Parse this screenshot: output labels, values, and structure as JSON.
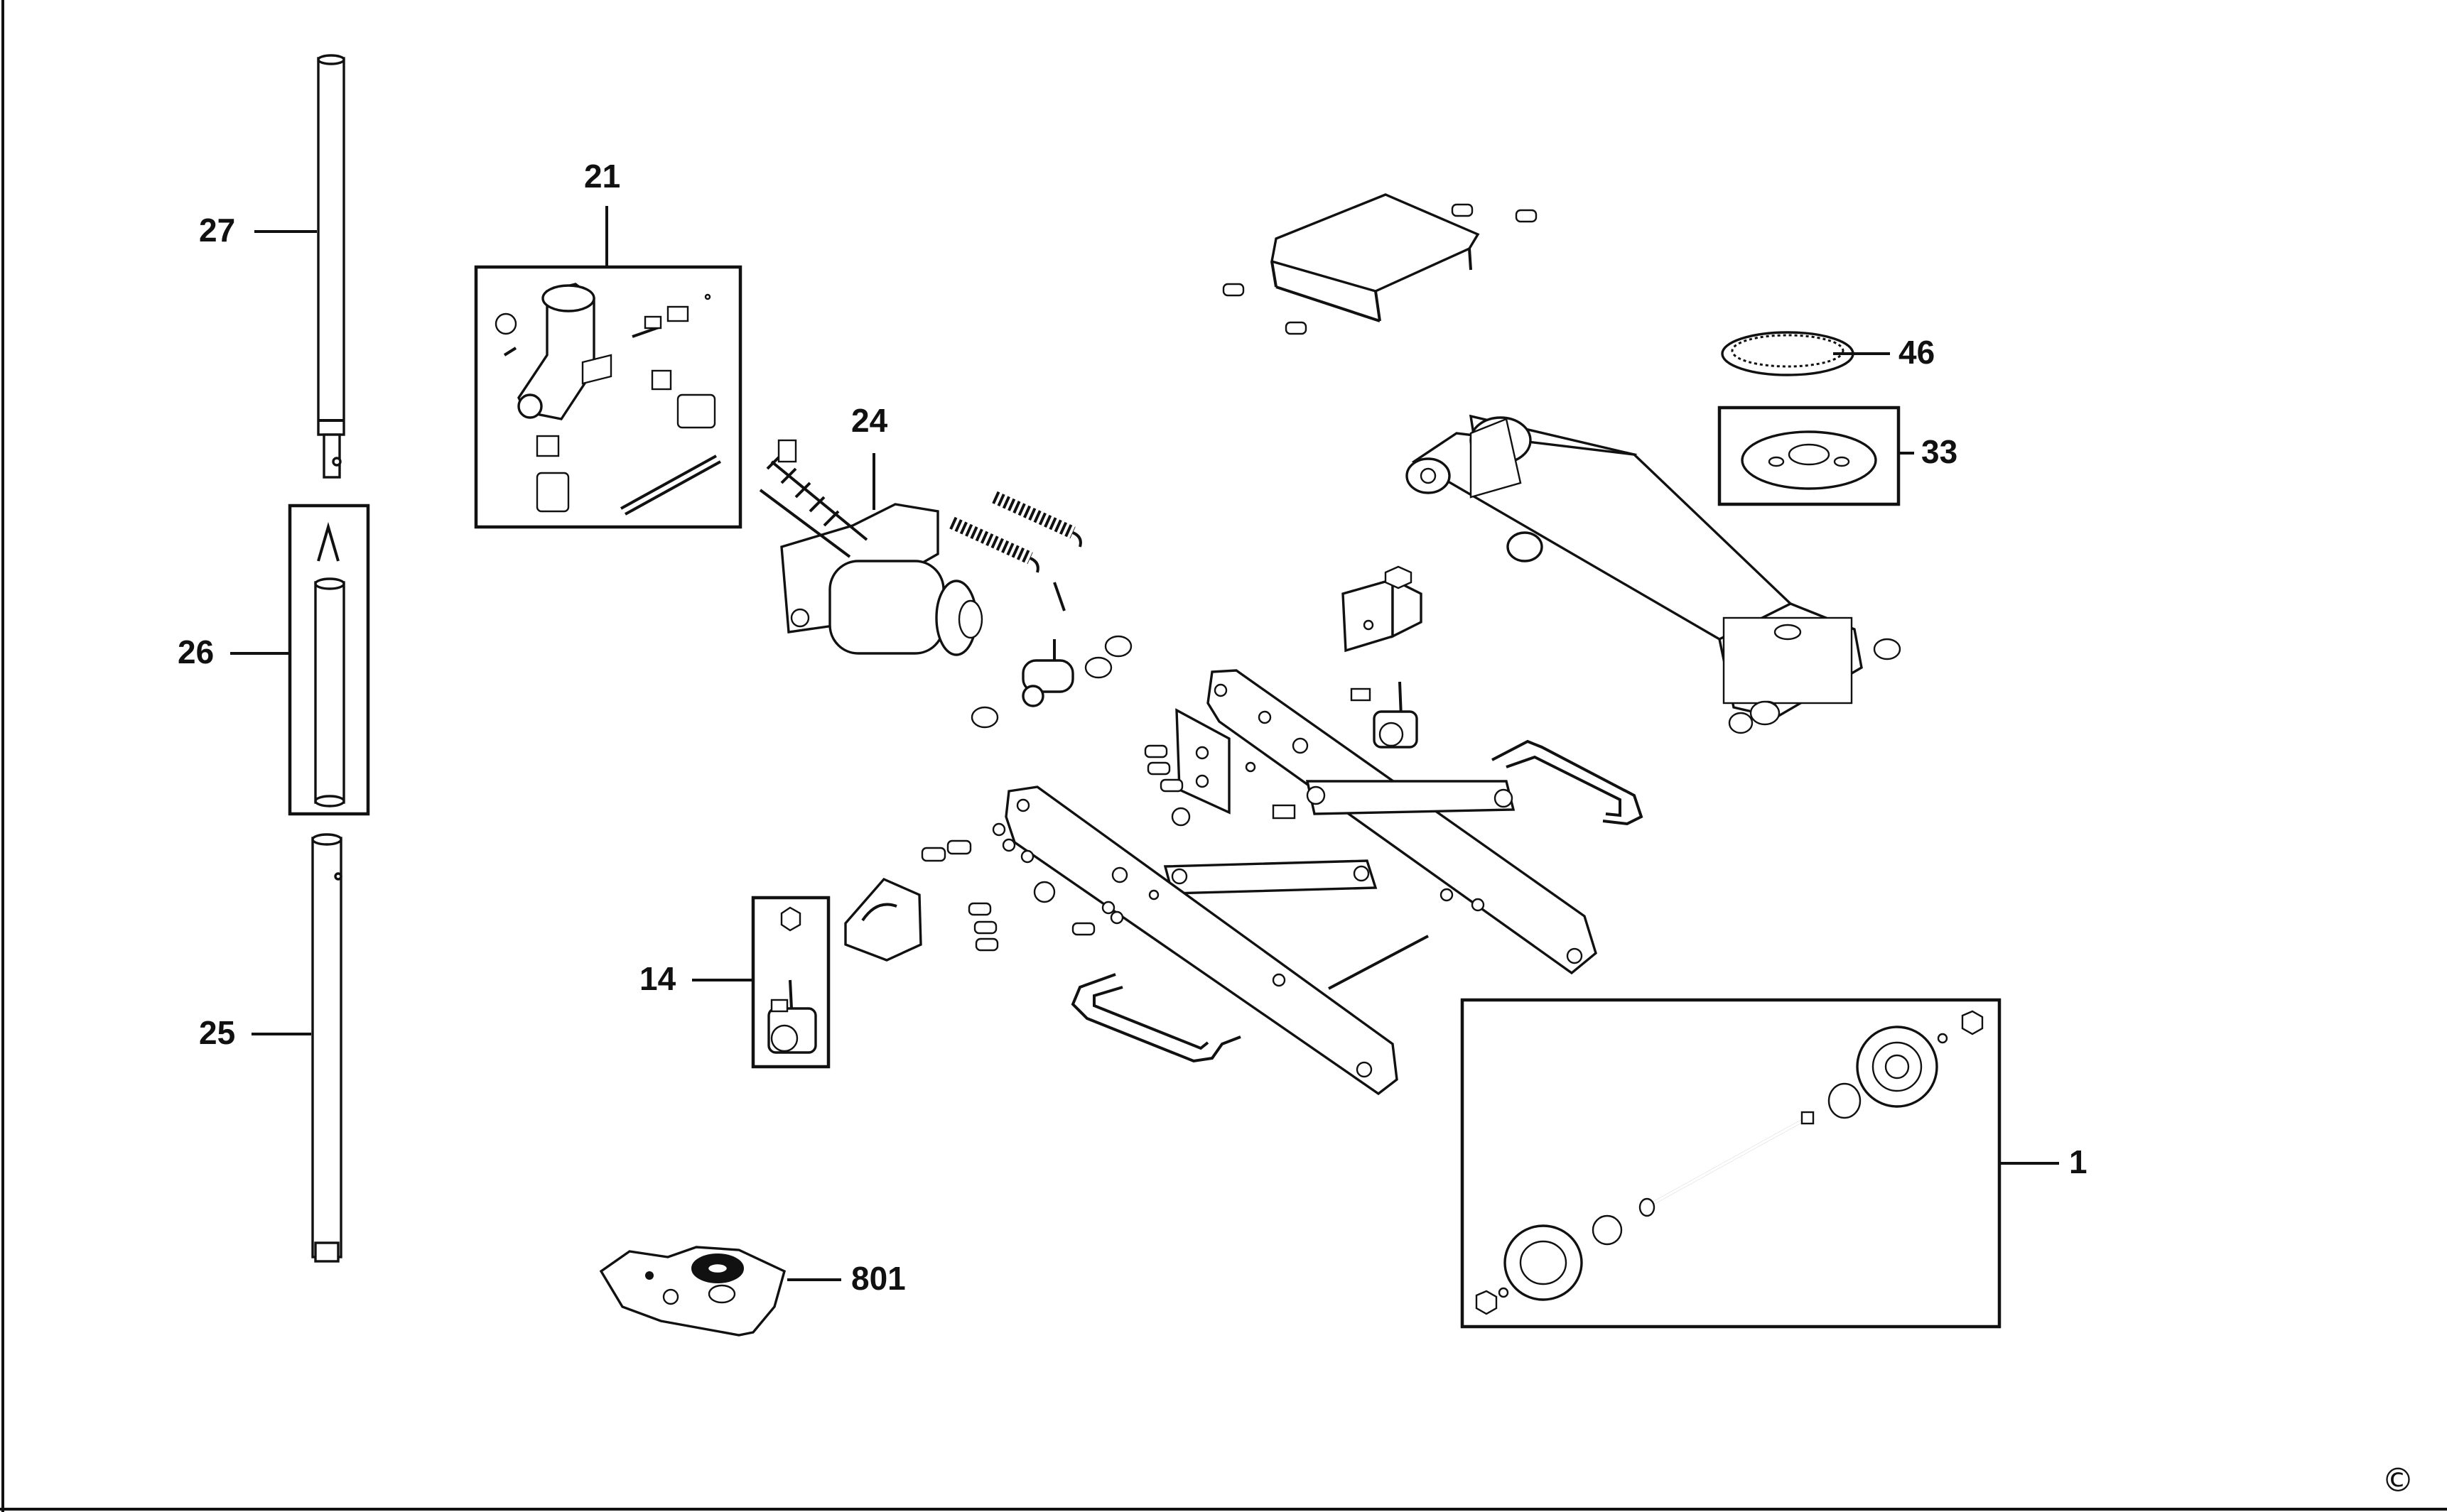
{
  "diagram": {
    "callouts": {
      "c1": "1",
      "c14": "14",
      "c21": "21",
      "c24": "24",
      "c25": "25",
      "c26": "26",
      "c27": "27",
      "c33": "33",
      "c46": "46",
      "c801": "801"
    },
    "copyright_symbol": "©"
  },
  "colors": {
    "line": "#111111",
    "background": "#ffffff"
  }
}
